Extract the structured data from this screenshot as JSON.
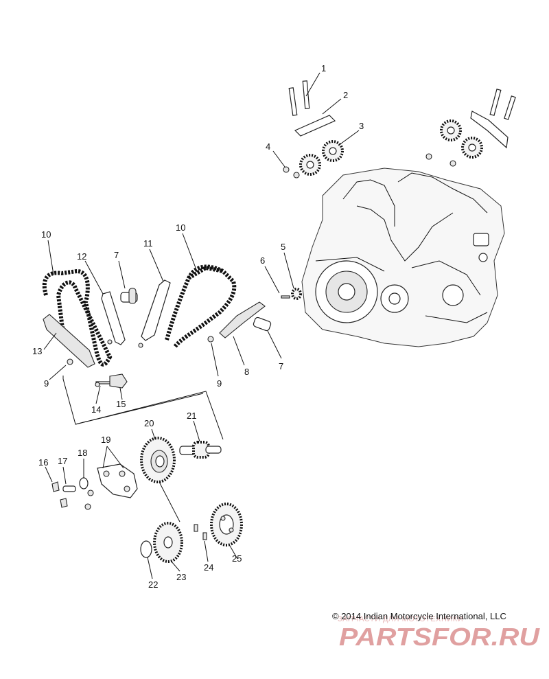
{
  "diagram": {
    "callouts": [
      {
        "id": "c1",
        "text": "1"
      },
      {
        "id": "c2",
        "text": "2"
      },
      {
        "id": "c3",
        "text": "3"
      },
      {
        "id": "c4",
        "text": "4"
      },
      {
        "id": "c5",
        "text": "5"
      },
      {
        "id": "c6",
        "text": "6"
      },
      {
        "id": "c7a",
        "text": "7"
      },
      {
        "id": "c7b",
        "text": "7"
      },
      {
        "id": "c8",
        "text": "8"
      },
      {
        "id": "c9a",
        "text": "9"
      },
      {
        "id": "c9b",
        "text": "9"
      },
      {
        "id": "c10a",
        "text": "10"
      },
      {
        "id": "c10b",
        "text": "10"
      },
      {
        "id": "c11",
        "text": "11"
      },
      {
        "id": "c12",
        "text": "12"
      },
      {
        "id": "c13",
        "text": "13"
      },
      {
        "id": "c14",
        "text": "14"
      },
      {
        "id": "c15",
        "text": "15"
      },
      {
        "id": "c16",
        "text": "16"
      },
      {
        "id": "c17",
        "text": "17"
      },
      {
        "id": "c18",
        "text": "18"
      },
      {
        "id": "c19",
        "text": "19"
      },
      {
        "id": "c20",
        "text": "20"
      },
      {
        "id": "c21",
        "text": "21"
      },
      {
        "id": "c22",
        "text": "22"
      },
      {
        "id": "c23",
        "text": "23"
      },
      {
        "id": "c24",
        "text": "24"
      },
      {
        "id": "c25",
        "text": "25"
      }
    ]
  },
  "copyright": "© 2014 Indian Motorcycle International, LLC",
  "watermark": {
    "subtitle": "ЗАПЧАСТИ ДЛЯ МОТОТЕХНИКИ",
    "logo_text": "PARTSFOR.RU",
    "color": "#e0a0a0"
  }
}
